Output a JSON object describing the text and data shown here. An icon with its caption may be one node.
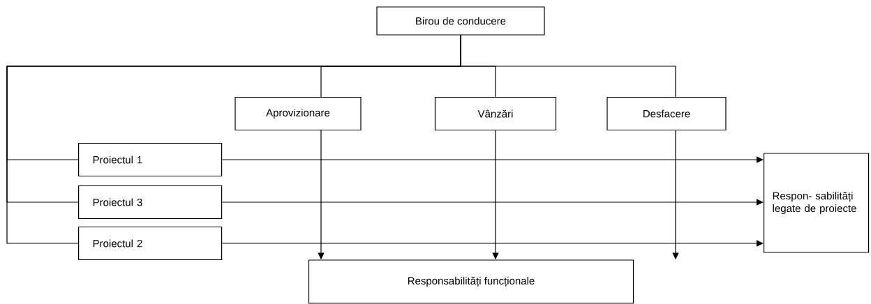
{
  "diagram": {
    "nodes": [
      {
        "text": [
          "Birou de conducere"
        ]
      },
      {
        "text": [
          "Aprovizionare"
        ]
      },
      {
        "text": [
          "Vânzări"
        ]
      },
      {
        "text": [
          "Desfacere"
        ]
      },
      {
        "text": [
          "Proiectul 1"
        ]
      },
      {
        "text": [
          "Proiectul 3"
        ]
      },
      {
        "text": [
          "Proiectul 2"
        ]
      },
      {
        "text": [
          "Respon- sabilități legate de proiecte"
        ]
      },
      {
        "text": [
          "Responsabilități funcționale"
        ]
      }
    ],
    "edges": [
      {
        "from": 0,
        "to": 1,
        "arrow": "none"
      },
      {
        "from": 0,
        "to": 2,
        "arrow": "none"
      },
      {
        "from": 0,
        "to": 3,
        "arrow": "none"
      },
      {
        "from": 0,
        "to": 4,
        "arrow": "none"
      },
      {
        "from": 0,
        "to": 5,
        "arrow": "none"
      },
      {
        "from": 0,
        "to": 6,
        "arrow": "none"
      },
      {
        "from": 1,
        "to": 8,
        "arrow": "to"
      },
      {
        "from": 2,
        "to": 8,
        "arrow": "to"
      },
      {
        "from": 3,
        "to": 8,
        "arrow": "to"
      },
      {
        "from": 4,
        "to": 7,
        "arrow": "to"
      },
      {
        "from": 5,
        "to": 7,
        "arrow": "to"
      },
      {
        "from": 6,
        "to": 7,
        "arrow": "to"
      }
    ]
  }
}
